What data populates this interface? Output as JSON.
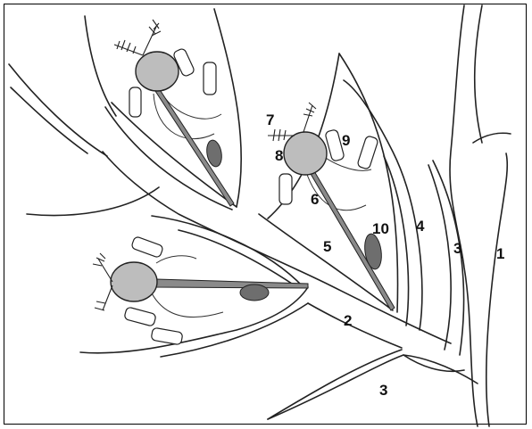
{
  "labels": {
    "l1": "1",
    "l2": "2",
    "l3a": "3",
    "l3b": "3",
    "l4": "4",
    "l5": "5",
    "l6": "6",
    "l7": "7",
    "l8": "8",
    "l9": "9",
    "l10": "10"
  }
}
